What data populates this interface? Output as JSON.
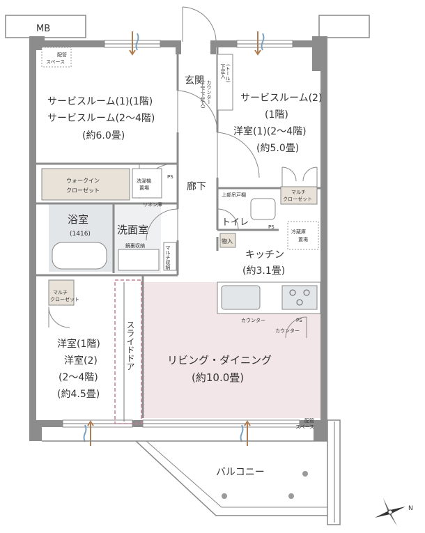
{
  "mb_label": "MB",
  "rooms": {
    "service1_line1": "サービスルーム(1)(1階)",
    "service1_line2": "サービスルーム(2～4階)",
    "service1_area": "(約6.0畳)",
    "service2_line1": "サービスルーム(2)",
    "service2_line2": "(1階)",
    "service2_line3": "洋室(1)(2～4階)",
    "service2_area": "(約5.0畳)",
    "entrance": "玄関",
    "corridor": "廊下",
    "bath": "浴室",
    "bath_size": "(1416)",
    "washroom": "洗面室",
    "toilet": "トイレ",
    "kitchen": "キッチン",
    "kitchen_area": "(約3.1畳)",
    "western_line1": "洋室(1階)",
    "western_line2": "洋室(2)",
    "western_line3": "(2～4階)",
    "western_area": "(約4.5畳)",
    "living": "リビング・ダイニング",
    "living_area": "(約10.0畳)",
    "balcony": "バルコニー"
  },
  "labels": {
    "pipe_space_top": [
      "配管",
      "スペース"
    ],
    "shoe_storage": [
      "下足入",
      "(トール)"
    ],
    "counter_shoe": [
      "カウンター",
      "(上下下足入)"
    ],
    "walk_in_closet": [
      "ウォークイン",
      "クローゼット"
    ],
    "washing_machine": [
      "洗濯機",
      "置場"
    ],
    "ps": "PS",
    "linen_shelf": "リネン庫",
    "mirror_storage": "鏡裏収納",
    "multi_storage_wash": "マルチ収納",
    "upper_shelf": "上部吊戸棚",
    "multi_closet_right": [
      "マルチ",
      "クローゼット"
    ],
    "fridge": [
      "冷蔵庫",
      "置場"
    ],
    "storage": "物入",
    "counter1": "カウンター",
    "counter2": "カウンター",
    "multi_closet_left": [
      "マルチ",
      "クローゼット"
    ],
    "slide_door": "スライドドア",
    "pipe_space_bottom": [
      "配管",
      "スペース"
    ],
    "compass_n": "N"
  },
  "colors": {
    "wall": "#8c8c8c",
    "living_fill": "#f3e6e8",
    "wet_area_fill": "#e2e6e8",
    "storage_fill": "#e8e2d8",
    "slide_door": "#c08090",
    "airflow": "#b07d52"
  }
}
